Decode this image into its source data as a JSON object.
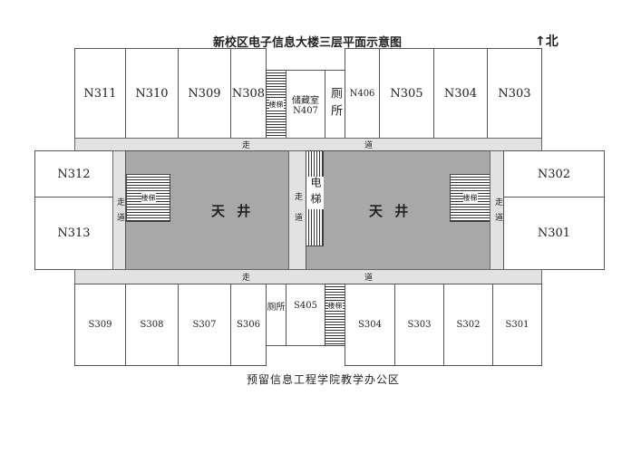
{
  "title": "新校区电子信息大楼三层平面示意图",
  "north": {
    "arrow": "↑",
    "label": "北"
  },
  "north_rooms": [
    "N311",
    "N310",
    "N309",
    "N308",
    "N406",
    "N305",
    "N304",
    "N303"
  ],
  "storage": {
    "name": "储藏室",
    "number": "N407"
  },
  "toilet": "厕所",
  "stairs": "楼梯",
  "corridor": {
    "a": "走",
    "b": "道"
  },
  "middle_rooms": {
    "left": [
      "N312",
      "N313"
    ],
    "right": [
      "N302",
      "N301"
    ]
  },
  "atrium": "天 井",
  "elevator": "电梯",
  "south_rooms": [
    "S309",
    "S308",
    "S307",
    "S306",
    "S405",
    "S304",
    "S303",
    "S302",
    "S301"
  ],
  "footer": "预留信息工程学院教学办公区"
}
